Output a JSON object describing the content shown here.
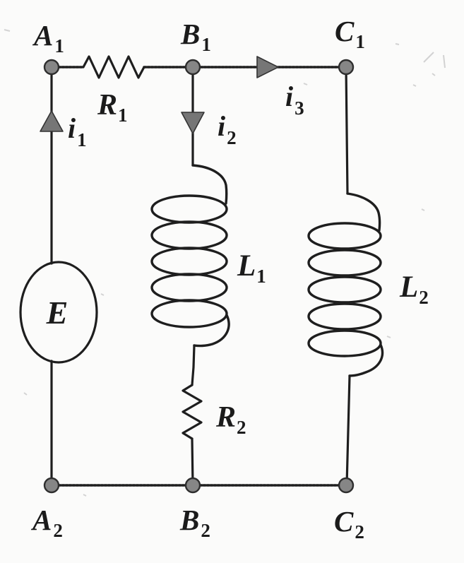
{
  "figure_type": "scanned-circuit-diagram",
  "description": "Three-branch circuit: EMF source E in left branch between nodes A1-A2; resistor R1 on top wire between A1 and B1; middle branch B1-B2 with inductor L1 in series with resistor R2; right branch C1-C2 with inductor L2; current i1 flows up the left branch, i2 down the middle branch, i3 right along the top wire toward C1.",
  "colors": {
    "paper": "#fbfbfa",
    "ink": "#1e1e1e",
    "node_fill": "#868686",
    "node_stroke": "#2e2e2e",
    "arrow_fill": "#767676",
    "arrow_stroke": "#333333",
    "noise": "#c9c9c9"
  },
  "labels": {
    "node_a1": {
      "base": "A",
      "sub": "1"
    },
    "node_b1": {
      "base": "B",
      "sub": "1"
    },
    "node_c1": {
      "base": "C",
      "sub": "1"
    },
    "node_a2": {
      "base": "A",
      "sub": "2"
    },
    "node_b2": {
      "base": "B",
      "sub": "2"
    },
    "node_c2": {
      "base": "C",
      "sub": "2"
    },
    "resistor_r1": {
      "base": "R",
      "sub": "1"
    },
    "resistor_r2": {
      "base": "R",
      "sub": "2"
    },
    "inductor_l1": {
      "base": "L",
      "sub": "1"
    },
    "inductor_l2": {
      "base": "L",
      "sub": "2"
    },
    "source_e": {
      "base": "E",
      "sub": ""
    },
    "current_i1": {
      "base": "i",
      "sub": "1"
    },
    "current_i2": {
      "base": "i",
      "sub": "2"
    },
    "current_i3": {
      "base": "i",
      "sub": "3"
    }
  },
  "topology": {
    "top_nodes": [
      "A1",
      "B1",
      "C1"
    ],
    "bottom_nodes": [
      "A2",
      "B2",
      "C2"
    ],
    "branches": [
      {
        "between": [
          "A1",
          "A2"
        ],
        "components": [
          "E (EMF source)"
        ],
        "current": "i1 upward"
      },
      {
        "between": [
          "A1",
          "B1"
        ],
        "components": [
          "R1 (resistor)"
        ]
      },
      {
        "between": [
          "B1",
          "C1"
        ],
        "components": [],
        "current": "i3 rightward"
      },
      {
        "between": [
          "B1",
          "B2"
        ],
        "components": [
          "L1 (inductor)",
          "R2 (resistor)"
        ],
        "current": "i2 downward"
      },
      {
        "between": [
          "C1",
          "C2"
        ],
        "components": [
          "L2 (inductor)"
        ]
      },
      {
        "between": [
          "A2",
          "B2",
          "C2"
        ],
        "components": [
          "bottom return wire"
        ]
      }
    ]
  }
}
